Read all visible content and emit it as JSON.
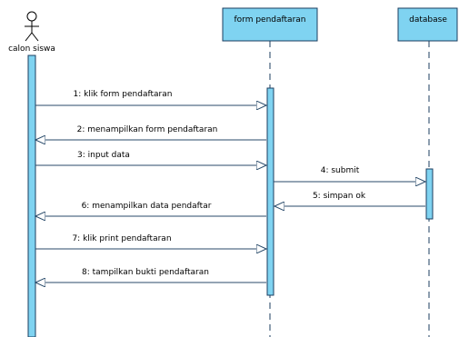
{
  "actor": {
    "label": "calon siswa"
  },
  "lifelines": [
    {
      "label": "form pendaftaran"
    },
    {
      "label": "database"
    }
  ],
  "messages": [
    {
      "label": "1: klik form pendaftaran"
    },
    {
      "label": "2: menampilkan form pendaftaran"
    },
    {
      "label": "3: input data"
    },
    {
      "label": "4: submit"
    },
    {
      "label": "5: simpan ok"
    },
    {
      "label": "6: menampilkan data pendaftar"
    },
    {
      "label": "7: klik print pendaftaran"
    },
    {
      "label": "8: tampilkan bukti pendaftaran"
    }
  ],
  "colors": {
    "box_fill": "#7fd3f1",
    "activation_fill": "#7fd3f1",
    "line": "#1b3d5f",
    "arrow_line": "#284a6a"
  }
}
